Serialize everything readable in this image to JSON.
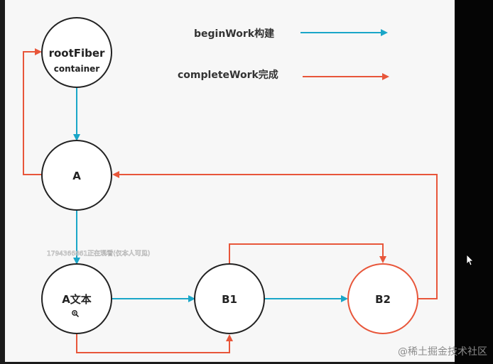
{
  "colors": {
    "begin": "#1aa6c8",
    "complete": "#e8563a",
    "node_stroke": "#222222",
    "b2_stroke": "#e8563a"
  },
  "legend": {
    "begin_label": "beginWork构建",
    "complete_label": "completeWork完成"
  },
  "nodes": {
    "root": {
      "label": "rootFiber",
      "sub": "container"
    },
    "a": {
      "label": "A"
    },
    "a_text": {
      "label": "A文本"
    },
    "b1": {
      "label": "B1"
    },
    "b2": {
      "label": "B2"
    }
  },
  "overlay_text": "1794366861正在观看(仅本人可见)",
  "watermark": "@稀土掘金技术社区",
  "icons": {
    "zoom": "zoom-in-icon",
    "cursor": "mouse-pointer-icon"
  }
}
